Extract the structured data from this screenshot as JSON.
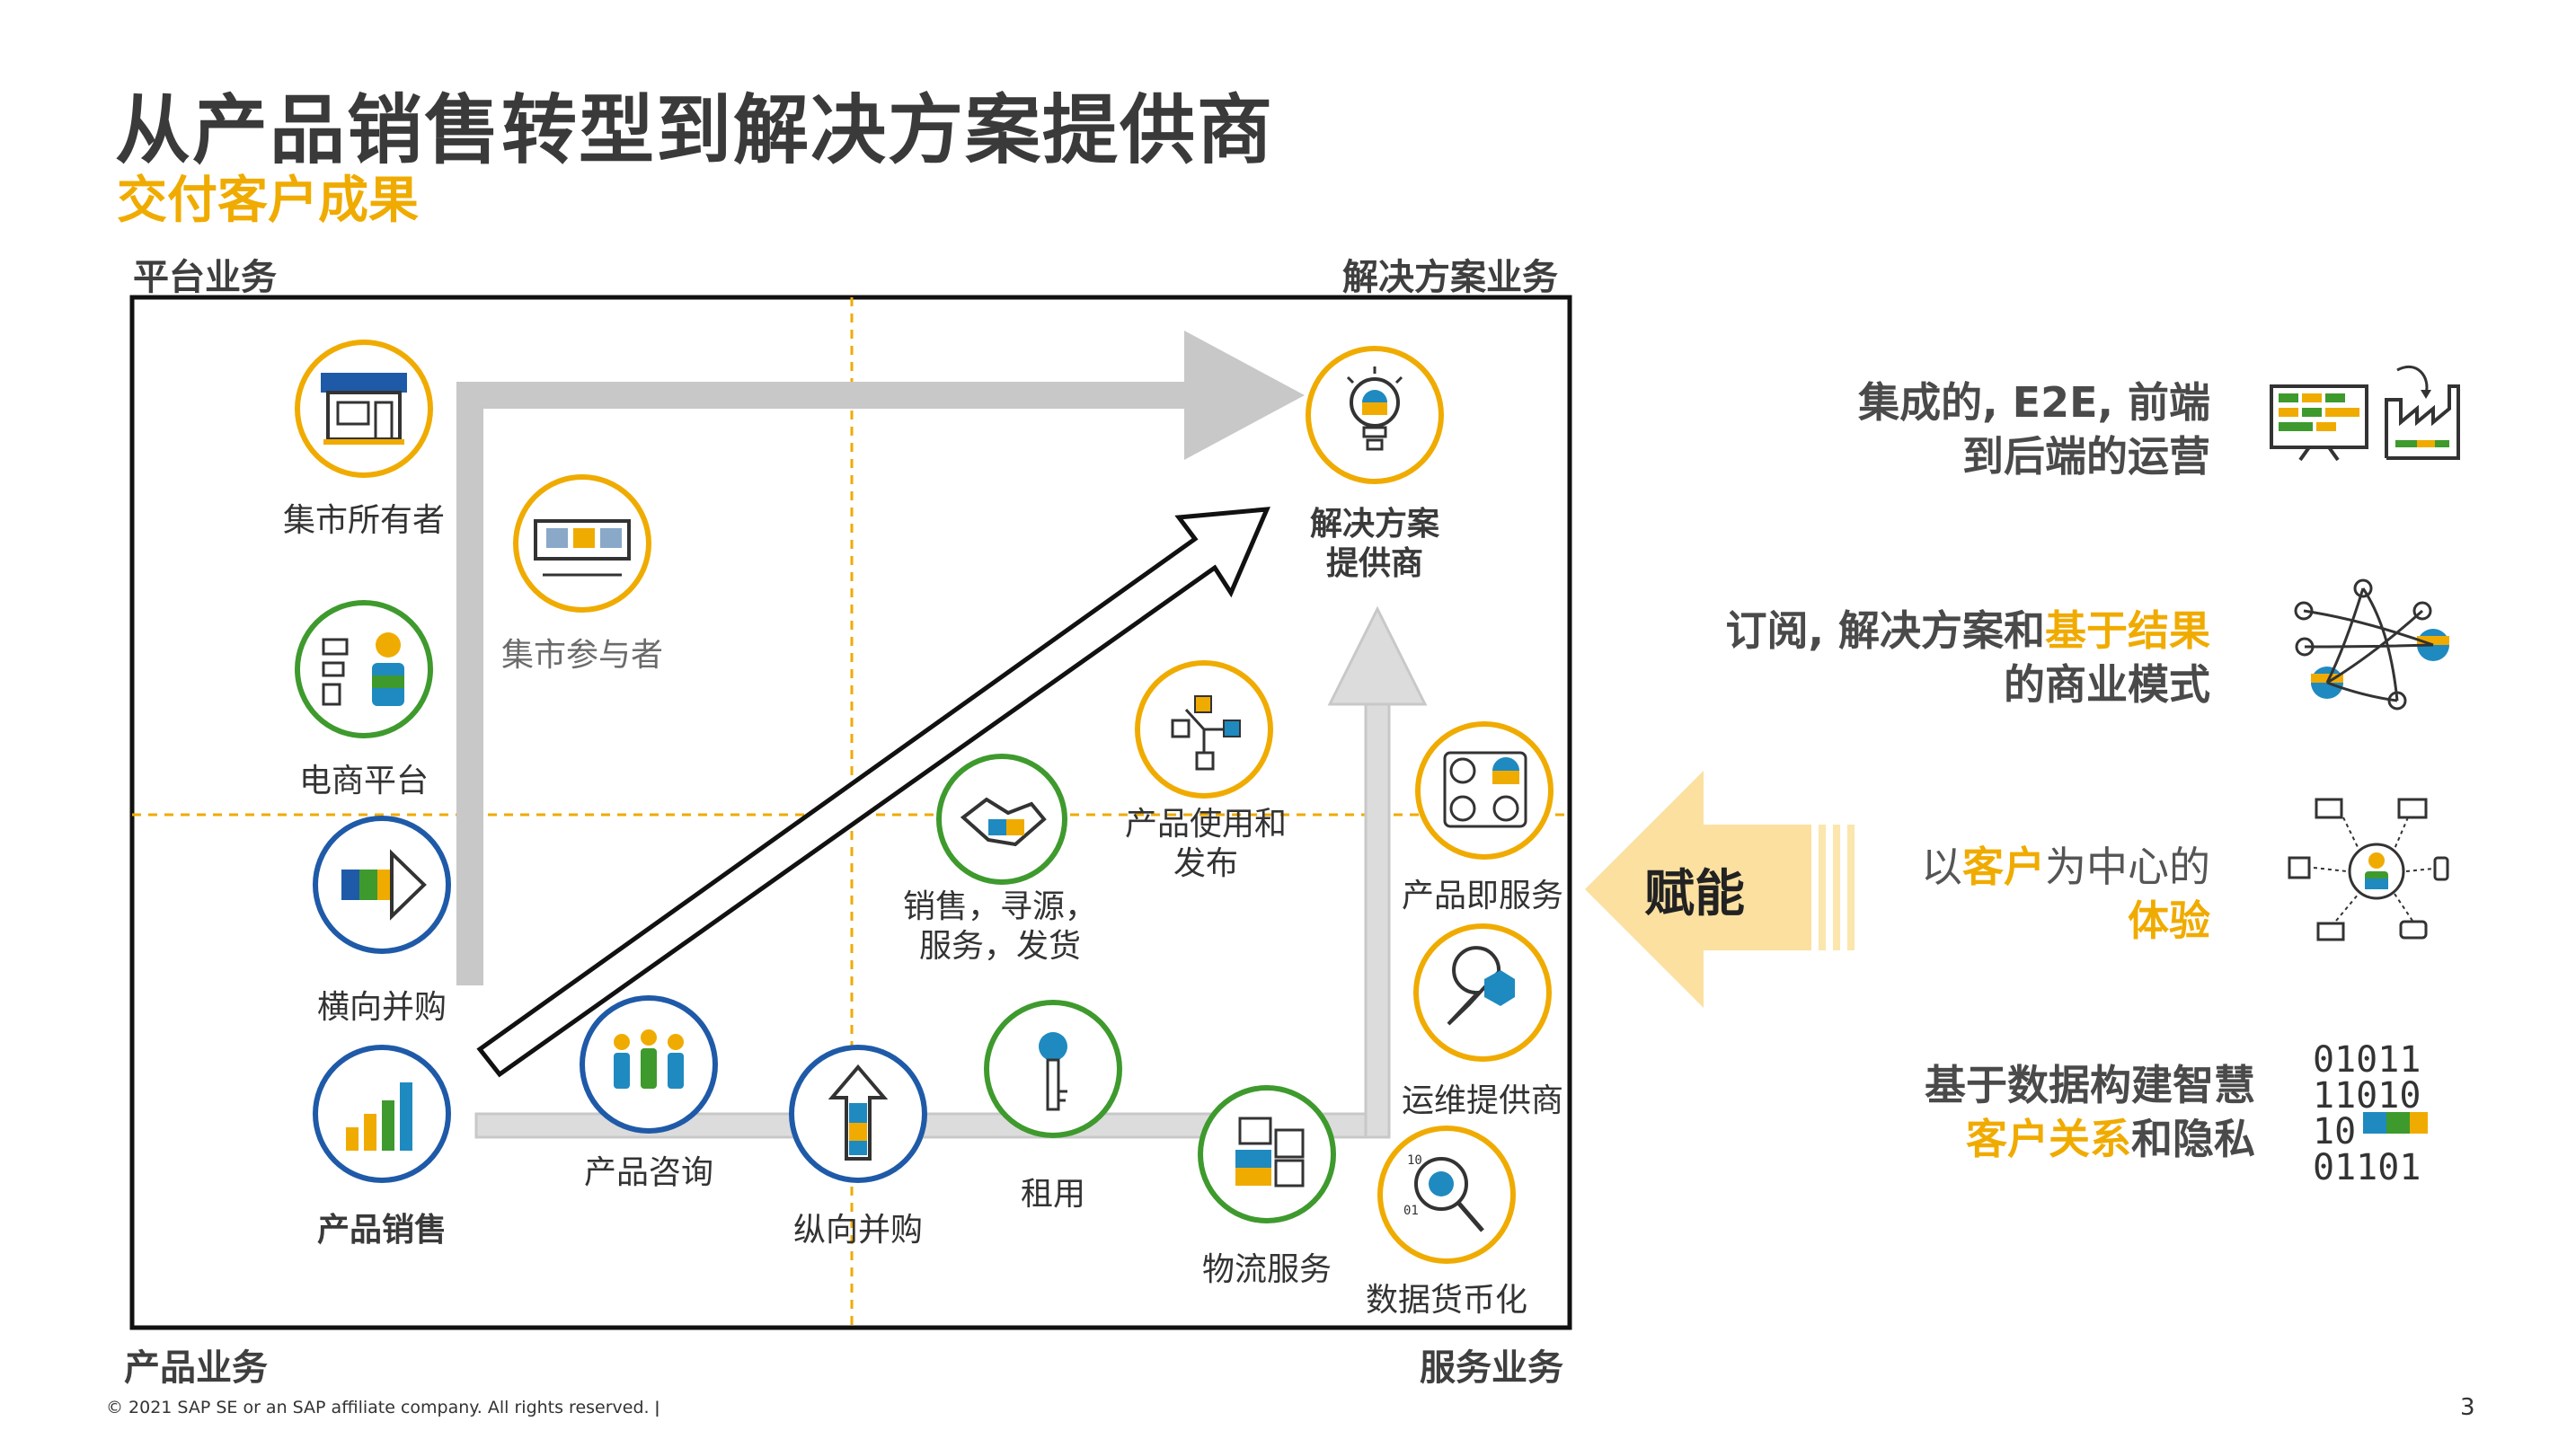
{
  "title": "从产品销售转型到解决方案提供商",
  "subtitle": "交付客户成果",
  "corners": {
    "top_left": "平台业务",
    "top_right": "解决方案业务",
    "bottom_left": "产品业务",
    "bottom_right": "服务业务"
  },
  "nodes": {
    "market_owner": "集市所有者",
    "market_participant": "集市参与者",
    "ecommerce": "电商平台",
    "horizontal_acq": "横向并购",
    "product_sales": "产品销售",
    "product_consult": "产品咨询",
    "vertical_acq": "纵向并购",
    "rental": "租用",
    "logistics": "物流服务",
    "data_monetize": "数据货币化",
    "ops_provider": "运维提供商",
    "product_as_service": "产品即服务",
    "usage_line1": "产品使用和",
    "usage_line2": "发布",
    "sales_line1": "销售，寻源，",
    "sales_line2": "服务，发货",
    "solution_line1": "解决方案",
    "solution_line2": "提供商"
  },
  "enable_label": "赋能",
  "right_items": {
    "r1_line1": "集成的, E2E, 前端",
    "r1_line2": "到后端的运营",
    "r2_a": "订阅, 解决方案和",
    "r2_b": "基于结果",
    "r2_line2": "的商业模式",
    "r3_a": "以",
    "r3_b": "客户",
    "r3_c": "为中心的",
    "r3_line2": "体验",
    "r4_line1": "基于数据构建智慧",
    "r4_b": "客户关系",
    "r4_c": "和隐私",
    "binary": [
      "01011",
      "11010",
      "10",
      "01101"
    ]
  },
  "footer": "© 2021 SAP SE or an SAP affiliate company. All rights reserved.  ǀ",
  "page_number": "3",
  "colors": {
    "accent_gold": "#f0ab00",
    "ring_gold": "#f0ab00",
    "ring_green": "#3e9a2d",
    "ring_blue": "#1f5aa8",
    "arrow_gray": "#c8c8c8"
  },
  "icons": [
    "storefront-icon",
    "market-stalls-icon",
    "ecommerce-person-icon",
    "merge-arrow-icon",
    "bar-chart-icon",
    "people-icon",
    "up-arrow-icon",
    "key-icon",
    "boxes-icon",
    "data-magnifier-icon",
    "wrench-gear-icon",
    "machine-service-icon",
    "network-cubes-icon",
    "handshake-icon",
    "lightbulb-head-icon",
    "monitor-factory-icon",
    "network-nodes-icon",
    "customer-hub-icon"
  ]
}
